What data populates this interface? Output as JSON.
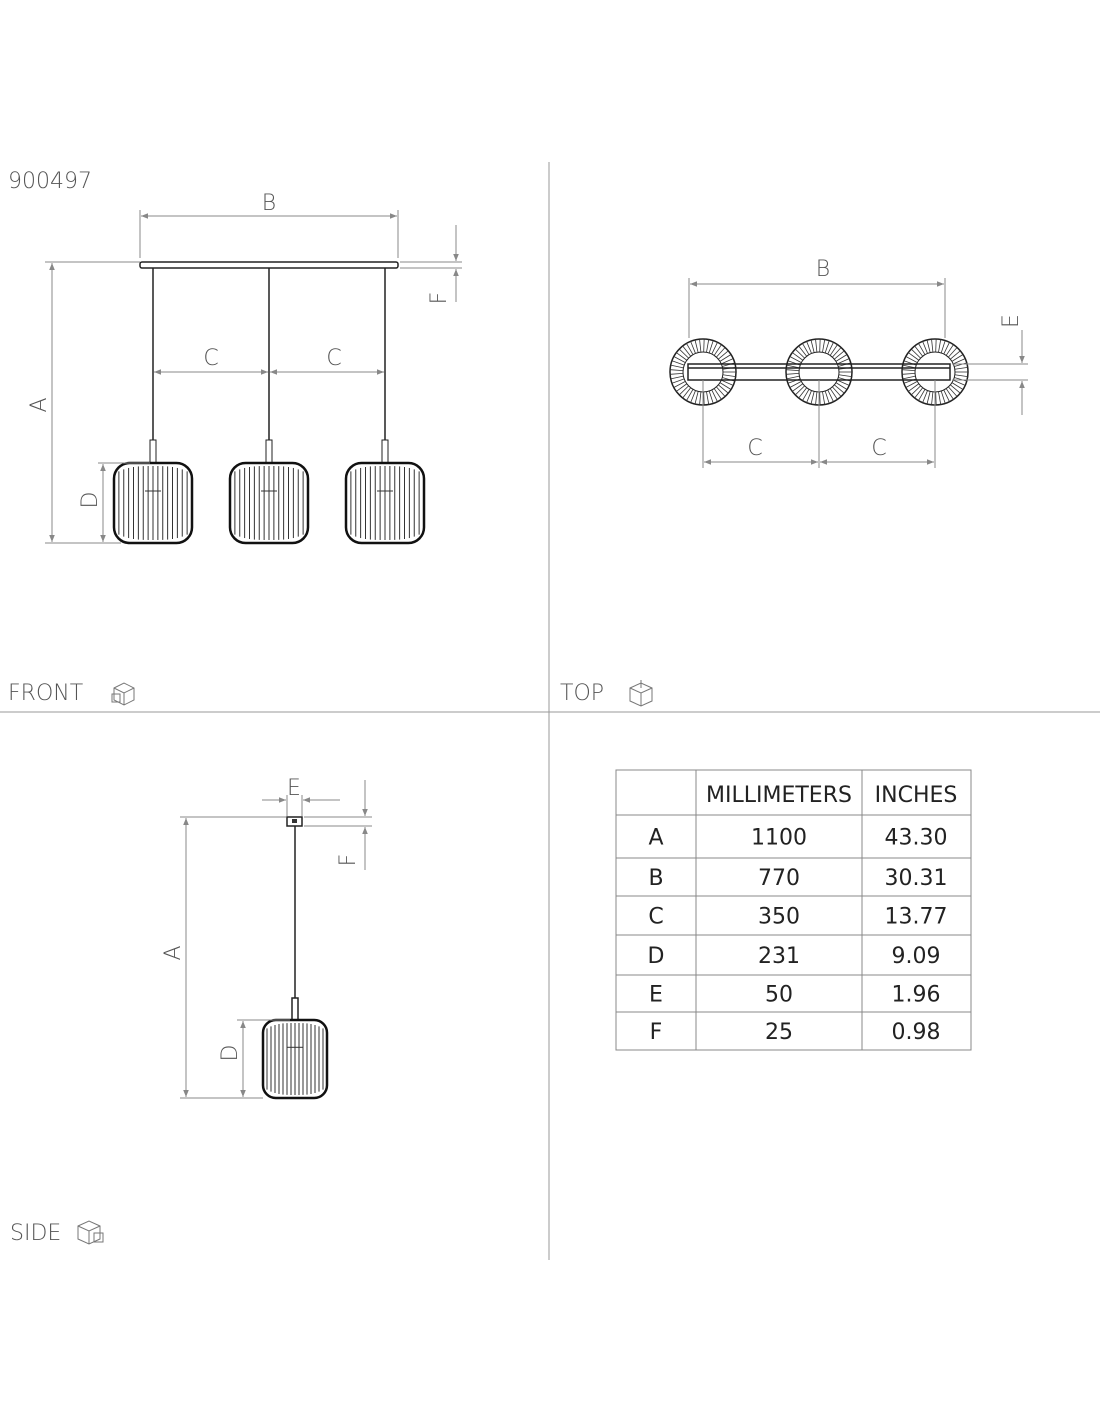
{
  "product_code": "900497",
  "views": {
    "front": "FRONT",
    "top": "TOP",
    "side": "SIDE"
  },
  "dimension_labels": {
    "A": "A",
    "B": "B",
    "C": "C",
    "D": "D",
    "E": "E",
    "F": "F"
  },
  "table": {
    "headers": [
      "",
      "MILLIMETERS",
      "INCHES"
    ],
    "rows": [
      {
        "key": "A",
        "mm": "1100",
        "in": "43.30"
      },
      {
        "key": "B",
        "mm": "770",
        "in": "30.31"
      },
      {
        "key": "C",
        "mm": "350",
        "in": "13.77"
      },
      {
        "key": "D",
        "mm": "231",
        "in": "9.09"
      },
      {
        "key": "E",
        "mm": "50",
        "in": "1.96"
      },
      {
        "key": "F",
        "mm": "25",
        "in": "0.98"
      }
    ]
  }
}
